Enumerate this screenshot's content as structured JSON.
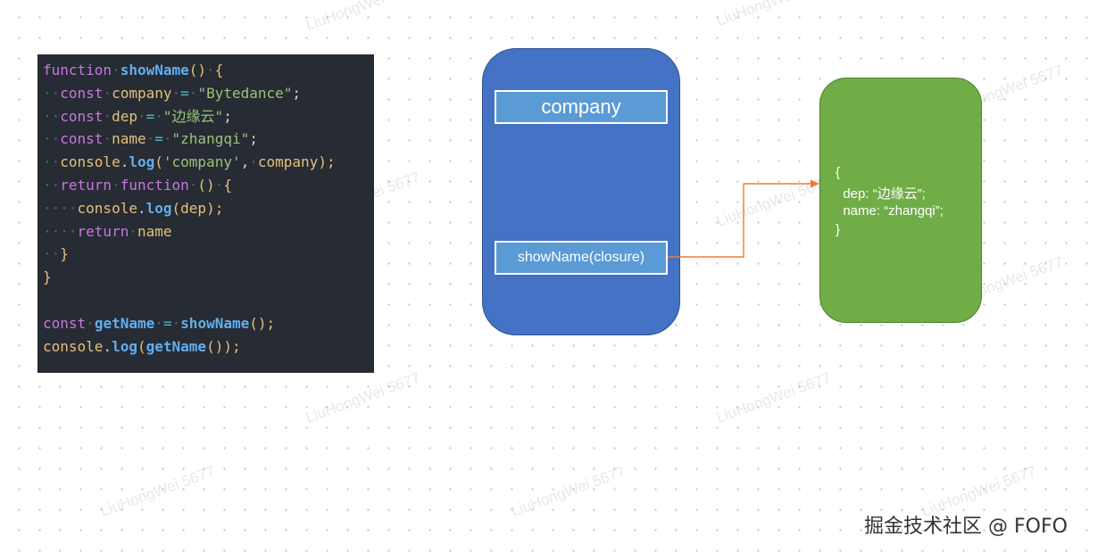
{
  "code": {
    "lines": [
      [
        {
          "t": "function",
          "c": "kw"
        },
        {
          "t": " ",
          "c": "ws"
        },
        {
          "t": "showName",
          "c": "fn"
        },
        {
          "t": "()",
          "c": "punc"
        },
        {
          "t": " ",
          "c": "ws"
        },
        {
          "t": "{",
          "c": "punc"
        }
      ],
      [
        {
          "t": "  ",
          "c": "ws"
        },
        {
          "t": "const",
          "c": "kw"
        },
        {
          "t": " ",
          "c": "ws"
        },
        {
          "t": "company",
          "c": "var"
        },
        {
          "t": " ",
          "c": "ws"
        },
        {
          "t": "=",
          "c": "op"
        },
        {
          "t": " ",
          "c": "ws"
        },
        {
          "t": "\"Bytedance\"",
          "c": "str"
        },
        {
          "t": ";",
          "c": "plain"
        }
      ],
      [
        {
          "t": "  ",
          "c": "ws"
        },
        {
          "t": "const",
          "c": "kw"
        },
        {
          "t": " ",
          "c": "ws"
        },
        {
          "t": "dep",
          "c": "var"
        },
        {
          "t": " ",
          "c": "ws"
        },
        {
          "t": "=",
          "c": "op"
        },
        {
          "t": " ",
          "c": "ws"
        },
        {
          "t": "\"边缘云\"",
          "c": "str"
        },
        {
          "t": ";",
          "c": "plain"
        }
      ],
      [
        {
          "t": "  ",
          "c": "ws"
        },
        {
          "t": "const",
          "c": "kw"
        },
        {
          "t": " ",
          "c": "ws"
        },
        {
          "t": "name",
          "c": "var"
        },
        {
          "t": " ",
          "c": "ws"
        },
        {
          "t": "=",
          "c": "op"
        },
        {
          "t": " ",
          "c": "ws"
        },
        {
          "t": "\"zhangqi\"",
          "c": "str"
        },
        {
          "t": ";",
          "c": "plain"
        }
      ],
      [
        {
          "t": "  ",
          "c": "ws"
        },
        {
          "t": "console",
          "c": "var"
        },
        {
          "t": ".",
          "c": "plain"
        },
        {
          "t": "log",
          "c": "fn"
        },
        {
          "t": "(",
          "c": "punc"
        },
        {
          "t": "'company'",
          "c": "str"
        },
        {
          "t": ",",
          "c": "plain"
        },
        {
          "t": " ",
          "c": "ws"
        },
        {
          "t": "company",
          "c": "var"
        },
        {
          "t": ");",
          "c": "punc"
        }
      ],
      [
        {
          "t": "  ",
          "c": "ws"
        },
        {
          "t": "return",
          "c": "kw"
        },
        {
          "t": " ",
          "c": "ws"
        },
        {
          "t": "function",
          "c": "kw"
        },
        {
          "t": " ",
          "c": "ws"
        },
        {
          "t": "()",
          "c": "punc"
        },
        {
          "t": " ",
          "c": "ws"
        },
        {
          "t": "{",
          "c": "punc"
        }
      ],
      [
        {
          "t": "    ",
          "c": "ws"
        },
        {
          "t": "console",
          "c": "var"
        },
        {
          "t": ".",
          "c": "plain"
        },
        {
          "t": "log",
          "c": "fn"
        },
        {
          "t": "(",
          "c": "punc"
        },
        {
          "t": "dep",
          "c": "var"
        },
        {
          "t": ");",
          "c": "punc"
        }
      ],
      [
        {
          "t": "    ",
          "c": "ws"
        },
        {
          "t": "return",
          "c": "kw"
        },
        {
          "t": " ",
          "c": "ws"
        },
        {
          "t": "name",
          "c": "var"
        }
      ],
      [
        {
          "t": "  ",
          "c": "ws"
        },
        {
          "t": "}",
          "c": "punc"
        }
      ],
      [
        {
          "t": "}",
          "c": "punc"
        }
      ],
      [],
      [
        {
          "t": "const",
          "c": "kw"
        },
        {
          "t": " ",
          "c": "ws"
        },
        {
          "t": "getName",
          "c": "fn"
        },
        {
          "t": " ",
          "c": "ws"
        },
        {
          "t": "=",
          "c": "op"
        },
        {
          "t": " ",
          "c": "ws"
        },
        {
          "t": "showName",
          "c": "fn"
        },
        {
          "t": "();",
          "c": "punc"
        }
      ],
      [
        {
          "t": "console",
          "c": "var"
        },
        {
          "t": ".",
          "c": "plain"
        },
        {
          "t": "log",
          "c": "fn"
        },
        {
          "t": "(",
          "c": "punc"
        },
        {
          "t": "getName",
          "c": "fn"
        },
        {
          "t": "());",
          "c": "punc"
        }
      ]
    ]
  },
  "scope": {
    "company_label": "company",
    "closure_label": "showName(closure)"
  },
  "closure_object": {
    "lines": [
      "{",
      "  dep: “边缘云”;",
      "  name: “zhangqi”;",
      "}"
    ]
  },
  "watermark_text": "LiuHongWei 5677",
  "brand": "掘金技术社区 @ FOFO",
  "colors": {
    "scope_fill": "#4472c4",
    "variable_fill": "#5b9bd5",
    "closure_fill": "#70ad47",
    "connector": "#ed7d31",
    "code_bg": "#272b33"
  }
}
